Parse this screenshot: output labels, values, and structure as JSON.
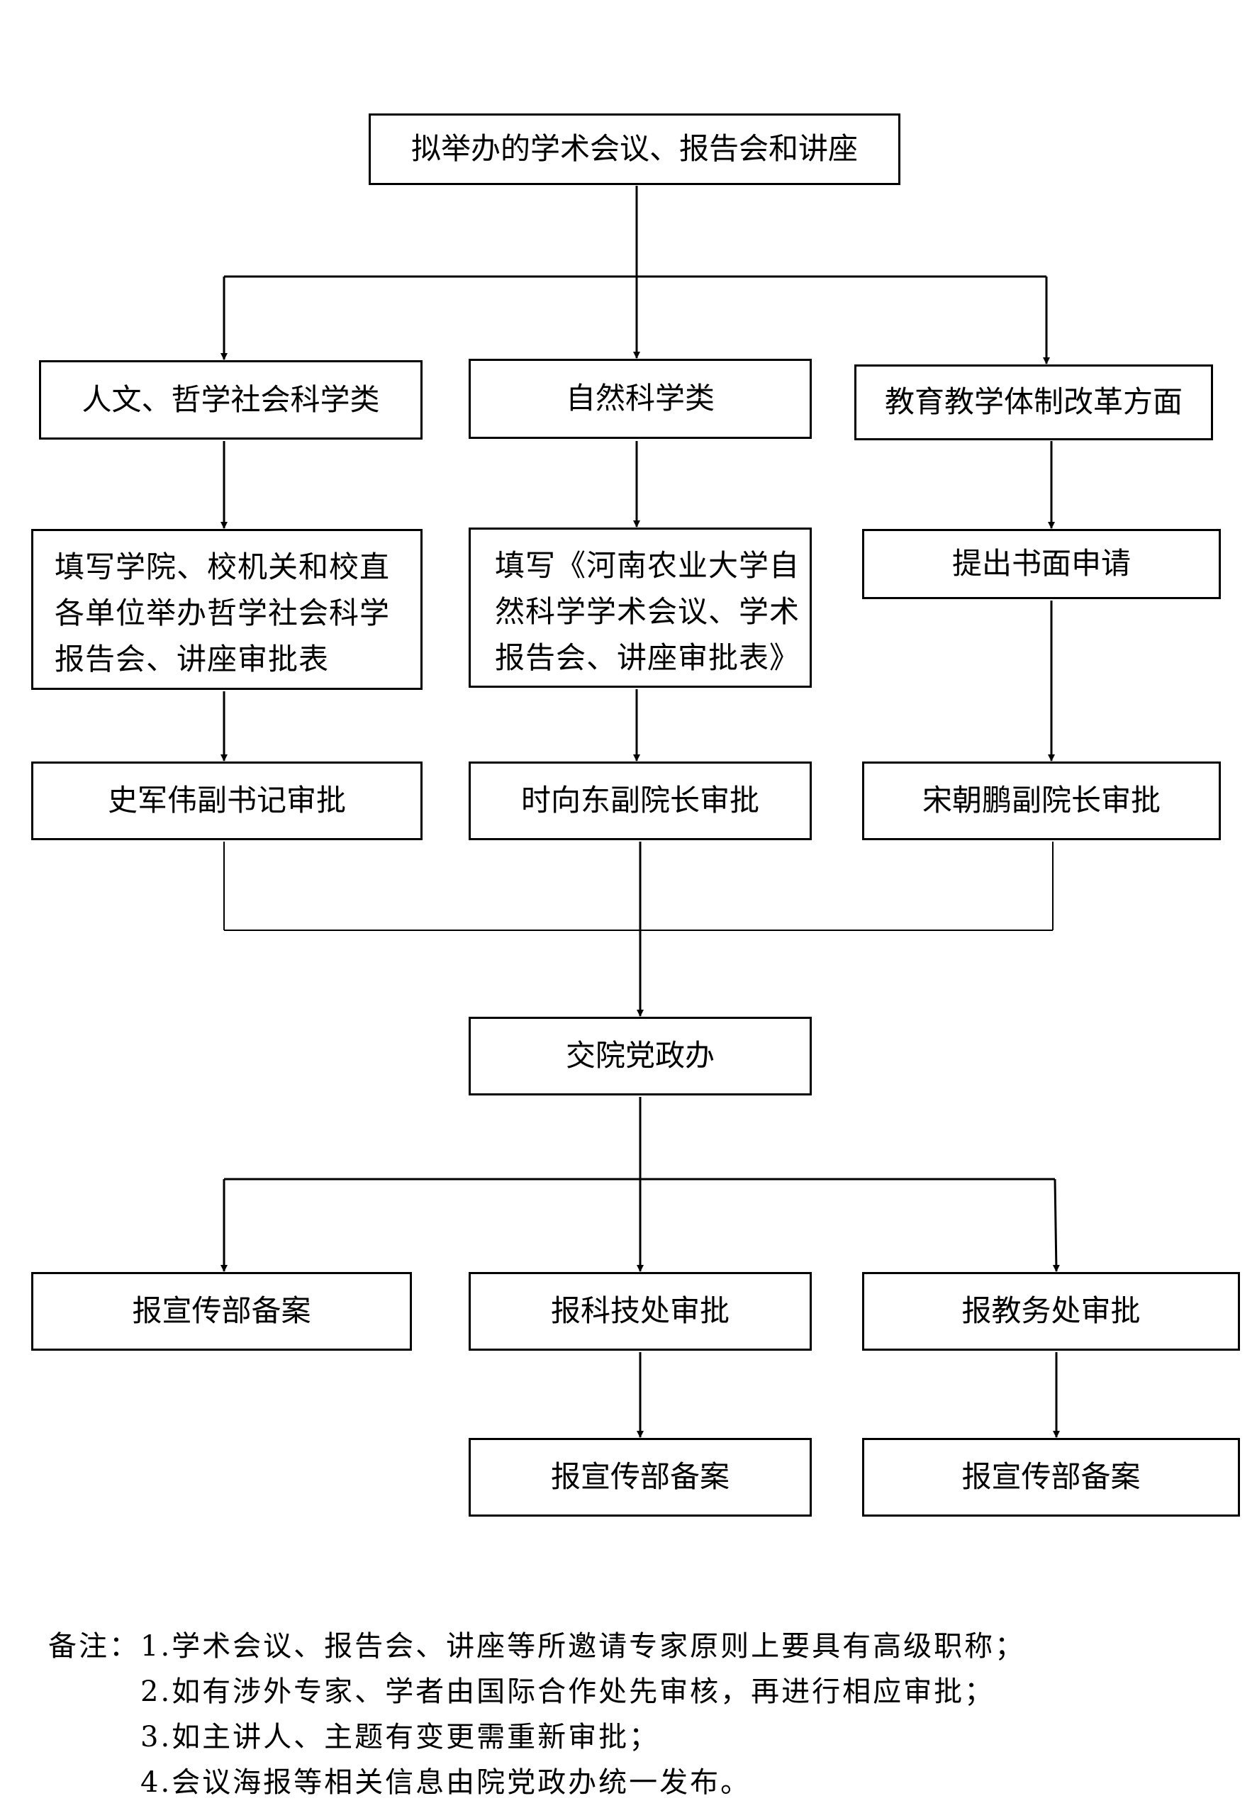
{
  "flowchart": {
    "top": "拟举办的学术会议、报告会和讲座",
    "categories": [
      "人文、哲学社会科学类",
      "自然科学类",
      "教育教学体制改革方面"
    ],
    "forms": {
      "humanities": [
        "填写学院、校机关和校直",
        "各单位举办哲学社会科学",
        "报告会、讲座审批表"
      ],
      "science": [
        "填写《河南农业大学自",
        "然科学学术会议、学术",
        "报告会、讲座审批表》"
      ],
      "education": "提出书面申请"
    },
    "approvers": [
      "史军伟副书记审批",
      "时向东副院长审批",
      "宋朝鹏副院长审批"
    ],
    "office": "交院党政办",
    "reports": [
      "报宣传部备案",
      "报科技处审批",
      "报教务处审批"
    ],
    "filings": [
      "报宣传部备案",
      "报宣传部备案"
    ]
  },
  "notes": {
    "prefix": "备注：",
    "items": [
      "1.学术会议、报告会、讲座等所邀请专家原则上要具有高级职称；",
      "2.如有涉外专家、学者由国际合作处先审核，再进行相应审批；",
      "3.如主讲人、主题有变更需重新审批；",
      "4.会议海报等相关信息由院党政办统一发布。"
    ]
  }
}
